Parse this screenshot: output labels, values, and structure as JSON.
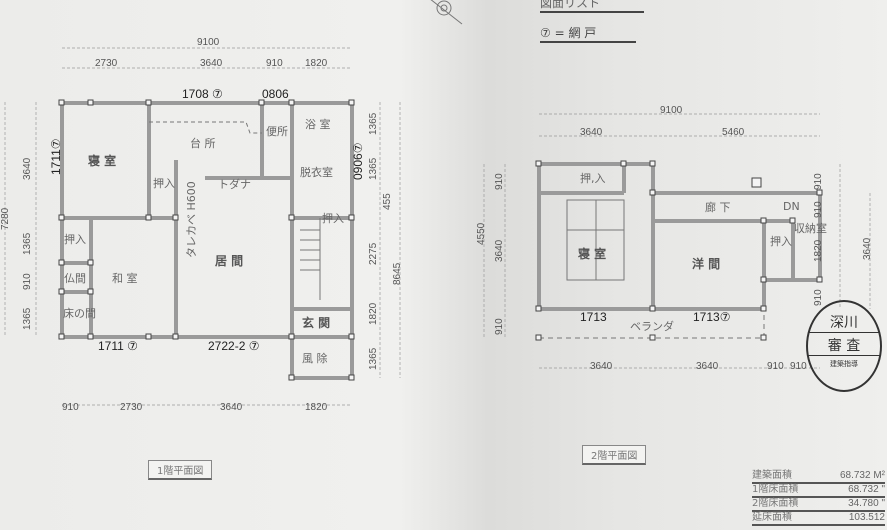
{
  "header": {
    "legend_text": "⑦ = 網 戸",
    "top_label_partial": "図面リスト"
  },
  "floor1": {
    "title": "1階平面図",
    "dims_top": {
      "total": "9100",
      "parts": [
        "2730",
        "3640",
        "910",
        "1820"
      ]
    },
    "dims_bottom": [
      "910",
      "2730",
      "3640",
      "1820"
    ],
    "dims_left": [
      "3640",
      "7280",
      "1365",
      "910",
      "1365"
    ],
    "dims_right": [
      "1365",
      "1365",
      "455",
      "2275",
      "1820",
      "1365"
    ],
    "dims_right_total": "8645",
    "windows": [
      "1708 ⑦",
      "0806",
      "1711⑦",
      "0906⑦",
      "1711 ⑦",
      "2722-2 ⑦"
    ],
    "rooms": [
      "寝 室",
      "台 所",
      "便所",
      "浴 室",
      "脱衣室",
      "押入",
      "トダナ",
      "タレカベ H600",
      "居 間",
      "押入",
      "仏間",
      "和 室",
      "床の間",
      "押入",
      "玄 関",
      "風 除"
    ]
  },
  "floor2": {
    "title": "2階平面図",
    "dims_top": {
      "total": "9100",
      "parts": [
        "3640",
        "5460"
      ]
    },
    "dims_bottom": [
      "3640",
      "3640",
      "910",
      "910"
    ],
    "dims_left": [
      "910",
      "4550",
      "3640",
      "910"
    ],
    "dims_right": [
      "910",
      "910",
      "1820",
      "910"
    ],
    "dims_right_total": "3640",
    "windows": [
      "1713",
      "1713⑦"
    ],
    "rooms": [
      "押,入",
      "廊 下",
      "DN",
      "収納室",
      "押入",
      "寝 室",
      "洋 間",
      "ベランダ"
    ]
  },
  "stamp": {
    "line1": "深川",
    "line2": "審 査",
    "line3": "建築指導"
  },
  "areas": [
    {
      "label": "建築面積",
      "value": "68.732",
      "unit": "M²"
    },
    {
      "label": "1階床面積",
      "value": "68.732",
      "unit": "\""
    },
    {
      "label": "2階床面積",
      "value": "34.780",
      "unit": "\""
    },
    {
      "label": "延床面積",
      "value": "103.512",
      "unit": ""
    }
  ]
}
